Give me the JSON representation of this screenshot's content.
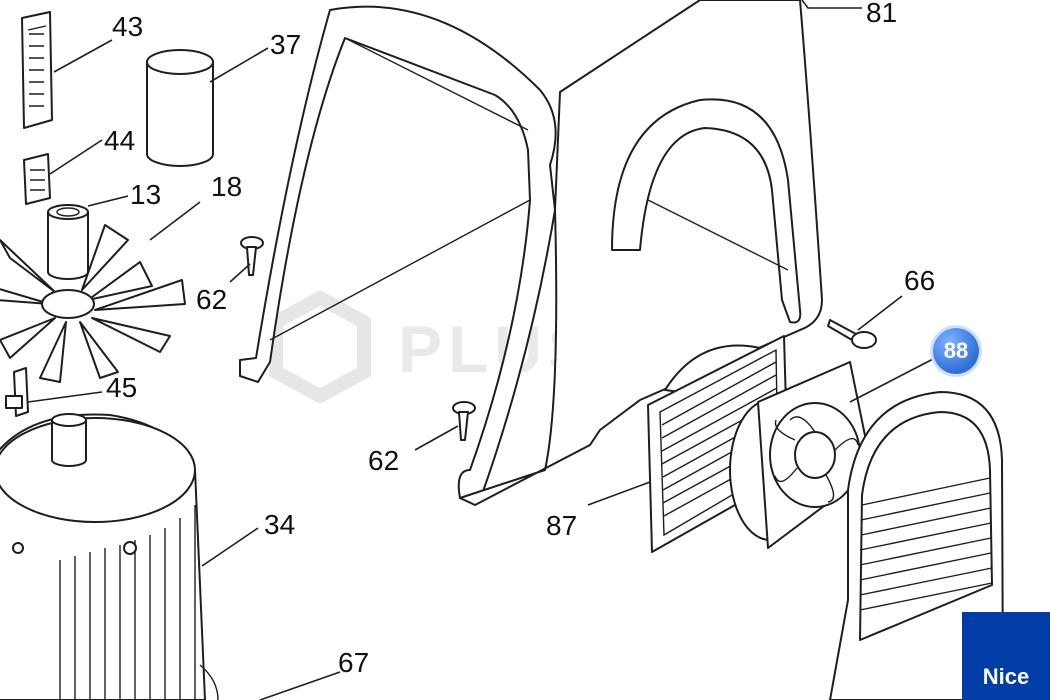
{
  "watermark": "PLUSCOM",
  "brand": {
    "name": "Nice",
    "color": "#003da6"
  },
  "selected_part": {
    "number": "88",
    "color": "#2f6fd8"
  },
  "part_labels": [
    "81",
    "43",
    "37",
    "44",
    "13",
    "18",
    "62",
    "62",
    "45",
    "34",
    "66",
    "87",
    "67"
  ]
}
